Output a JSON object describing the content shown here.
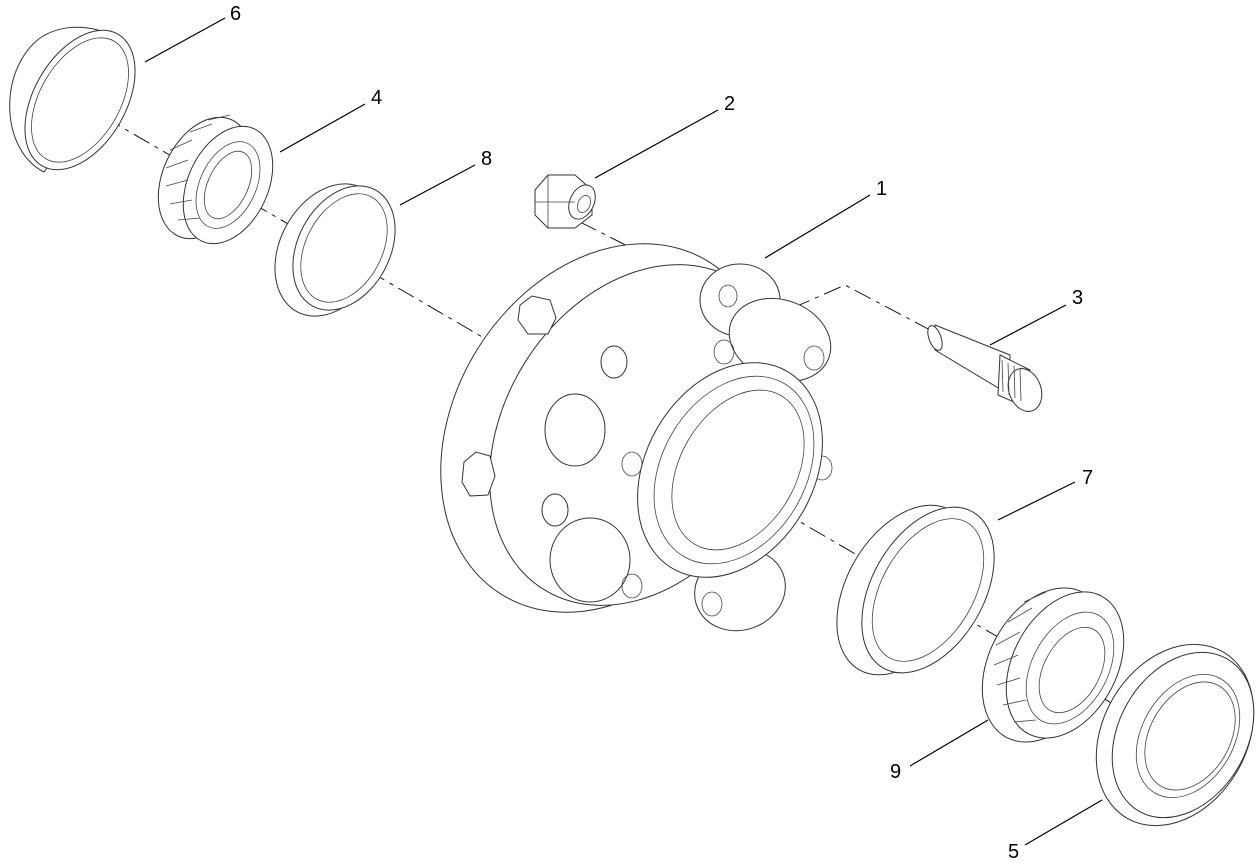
{
  "callouts": [
    {
      "id": "1",
      "text": "1"
    },
    {
      "id": "2",
      "text": "2"
    },
    {
      "id": "3",
      "text": "3"
    },
    {
      "id": "4",
      "text": "4"
    },
    {
      "id": "5",
      "text": "5"
    },
    {
      "id": "6",
      "text": "6"
    },
    {
      "id": "7",
      "text": "7"
    },
    {
      "id": "8",
      "text": "8"
    },
    {
      "id": "9",
      "text": "9"
    }
  ],
  "colors": {
    "line": "#333333",
    "background": "#ffffff"
  }
}
